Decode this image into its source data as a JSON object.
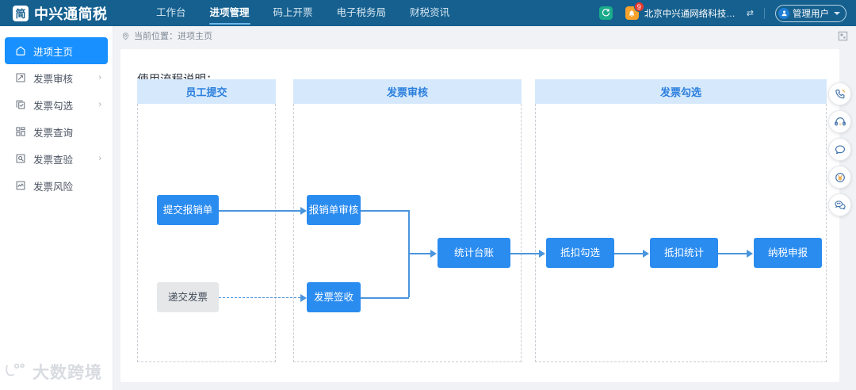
{
  "header": {
    "logo_char": "简",
    "logo_text": "中兴通简税",
    "nav": [
      {
        "label": "工作台",
        "active": false
      },
      {
        "label": "进项管理",
        "active": true
      },
      {
        "label": "码上开票",
        "active": false
      },
      {
        "label": "电子税务局",
        "active": false
      },
      {
        "label": "财税资讯",
        "active": false
      }
    ],
    "sync_icon": "refresh-icon",
    "bell_icon": "bell-icon",
    "notification_count": "9",
    "org_name": "北京中兴通网络科技股...",
    "org_switch_icon": "swap-icon",
    "user_name": "管理用户",
    "user_avatar_icon": "user-avatar-icon",
    "caret_icon": "chevron-down-icon"
  },
  "sidebar": {
    "items": [
      {
        "label": "进项主页",
        "icon": "home-icon",
        "active": true,
        "has_arrow": false
      },
      {
        "label": "发票审核",
        "icon": "edit-square-icon",
        "active": false,
        "has_arrow": true
      },
      {
        "label": "发票勾选",
        "icon": "copy-check-icon",
        "active": false,
        "has_arrow": true
      },
      {
        "label": "发票查询",
        "icon": "grid-icon",
        "active": false,
        "has_arrow": false
      },
      {
        "label": "发票查验",
        "icon": "search-doc-icon",
        "active": false,
        "has_arrow": true
      },
      {
        "label": "发票风险",
        "icon": "chart-risk-icon",
        "active": false,
        "has_arrow": false
      }
    ],
    "arrow_glyph": "›"
  },
  "breadcrumb": {
    "icon": "location-pin-icon",
    "text": "当前位置：进项主页",
    "fullscreen_icon": "fullscreen-icon"
  },
  "main": {
    "title": "使用流程说明：",
    "columns": [
      {
        "label": "员工提交"
      },
      {
        "label": "发票审核"
      },
      {
        "label": "发票勾选"
      }
    ],
    "nodes": [
      {
        "id": "submit_expense",
        "label": "提交报销单",
        "style": "blue"
      },
      {
        "id": "deliver_invoice",
        "label": "递交发票",
        "style": "gray"
      },
      {
        "id": "review_expense",
        "label": "报销单审核",
        "style": "blue"
      },
      {
        "id": "sign_invoice",
        "label": "发票签收",
        "style": "blue"
      },
      {
        "id": "stat_ledger",
        "label": "统计台账",
        "style": "blue"
      },
      {
        "id": "deduct_select",
        "label": "抵扣勾选",
        "style": "blue"
      },
      {
        "id": "deduct_stat",
        "label": "抵扣统计",
        "style": "blue"
      },
      {
        "id": "tax_declare",
        "label": "纳税申报",
        "style": "blue"
      }
    ],
    "accent_color": "#2b8cf0",
    "column_header_color": "#d6e9fc"
  },
  "float_actions": [
    {
      "icon": "phone-call-icon"
    },
    {
      "icon": "headset-service-icon"
    },
    {
      "icon": "chat-bubble-icon"
    },
    {
      "icon": "rmb-circle-icon"
    },
    {
      "icon": "wechat-icon"
    }
  ],
  "watermark": {
    "icon": "dashu-logo-icon",
    "text": "大数跨境"
  }
}
